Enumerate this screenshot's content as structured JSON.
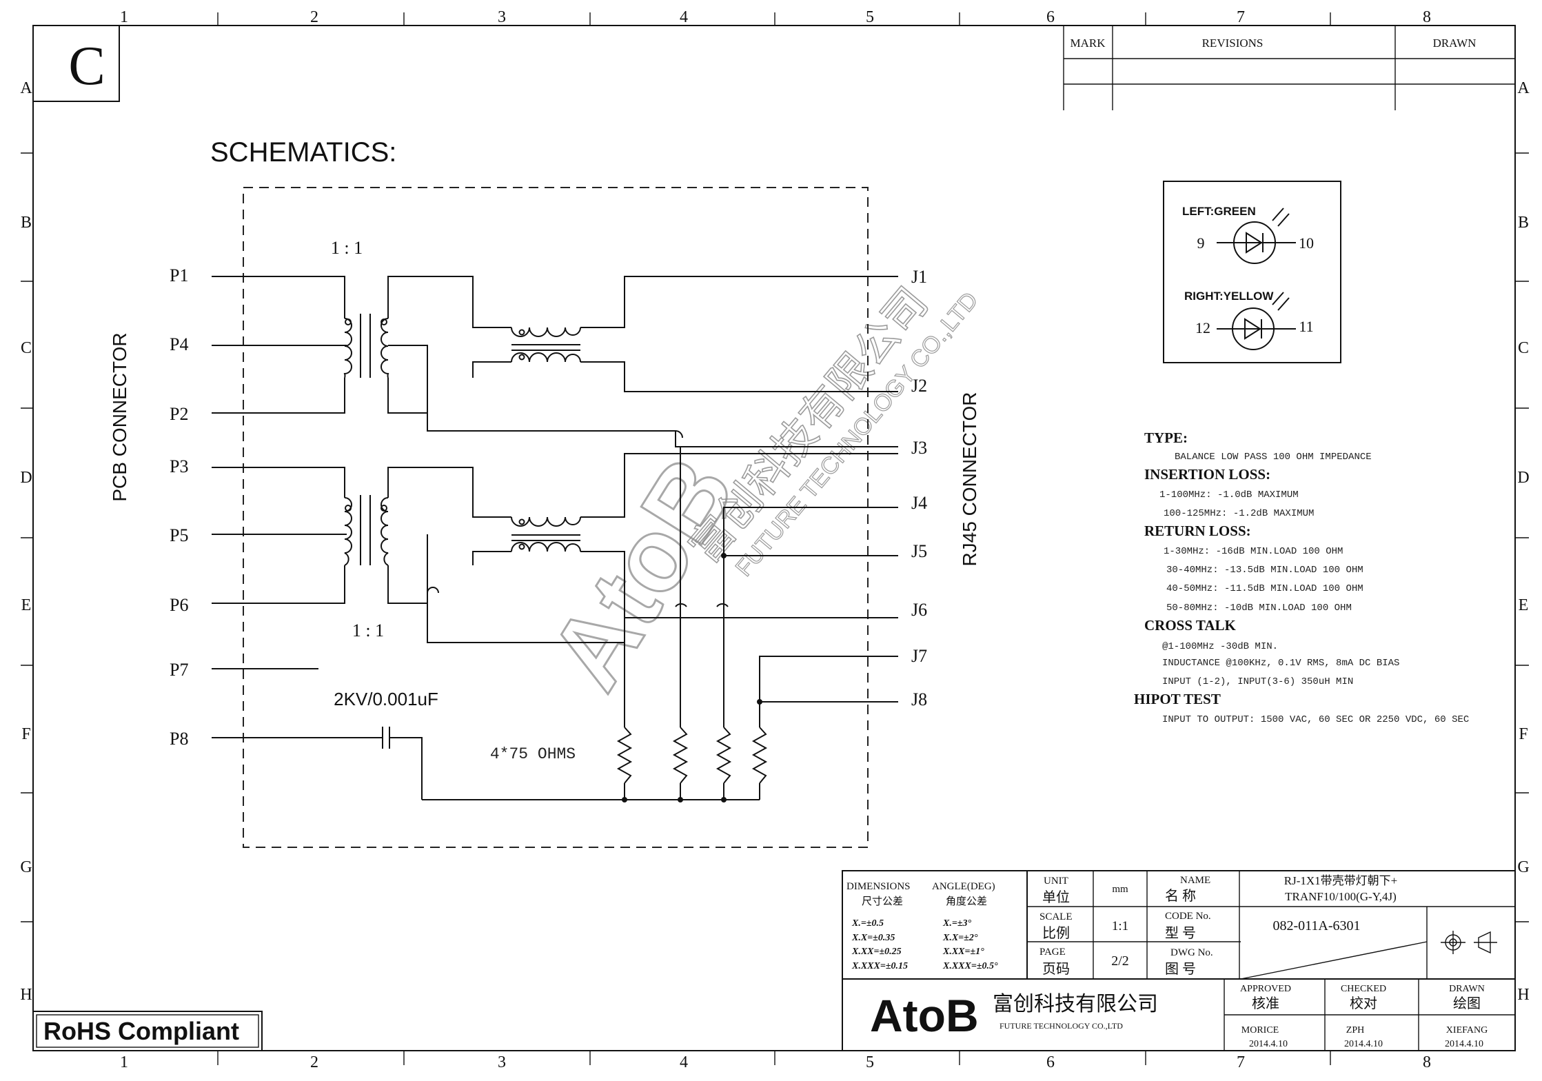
{
  "sheet": {
    "sheet_letter": "C",
    "col_numbers": [
      "1",
      "2",
      "3",
      "4",
      "5",
      "6",
      "7",
      "8"
    ],
    "row_letters": [
      "A",
      "B",
      "C",
      "D",
      "E",
      "F",
      "G",
      "H"
    ]
  },
  "revisions": {
    "mark": "MARK",
    "revisions": "REVISIONS",
    "drawn": "DRAWN"
  },
  "schematic": {
    "heading": "SCHEMATICS:",
    "pcb_label": "PCB CONNECTOR",
    "rj45_label": "RJ45 CONNECTOR",
    "ratio_top": "1 : 1",
    "ratio_bottom": "1 : 1",
    "cap_label": "2KV/0.001uF",
    "res_label": "4*75 OHMS",
    "pins_left": [
      "P1",
      "P4",
      "P2",
      "P3",
      "P5",
      "P6",
      "P7",
      "P8"
    ],
    "pins_right": [
      "J1",
      "J2",
      "J3",
      "J4",
      "J5",
      "J6",
      "J7",
      "J8"
    ]
  },
  "led": {
    "left_label": "LEFT:GREEN",
    "left_pin_a": "9",
    "left_pin_b": "10",
    "right_label": "RIGHT:YELLOW",
    "right_pin_a": "12",
    "right_pin_b": "11"
  },
  "specs": [
    {
      "head": "TYPE:",
      "lines": [
        "BALANCE LOW PASS 100 OHM IMPEDANCE"
      ]
    },
    {
      "head": "INSERTION  LOSS:",
      "lines": [
        "1-100MHz:     -1.0dB MAXIMUM",
        "100-125MHz:  -1.2dB MAXIMUM"
      ]
    },
    {
      "head": "RETURN  LOSS:",
      "lines": [
        "1-30MHz:    -16dB MIN.LOAD 100 OHM",
        "30-40MHz:   -13.5dB MIN.LOAD 100 OHM",
        "40-50MHz:   -11.5dB MIN.LOAD 100 OHM",
        "50-80MHz:   -10dB MIN.LOAD 100 OHM"
      ]
    },
    {
      "head": "CROSS  TALK",
      "lines": [
        "@1-100MHz   -30dB MIN.",
        "INDUCTANCE @100KHz, 0.1V RMS, 8mA DC BIAS",
        "INPUT (1-2), INPUT(3-6) 350uH MIN"
      ]
    },
    {
      "head": "HIPOT  TEST",
      "lines": [
        "INPUT TO OUTPUT: 1500 VAC, 60 SEC OR 2250 VDC, 60 SEC"
      ]
    }
  ],
  "watermark": {
    "logo": "AtoB",
    "cn": "富创科技有限公司",
    "en": "FUTURE TECHNOLOGY CO.,LTD"
  },
  "title_block": {
    "dimensions": "DIMENSIONS",
    "dimensions_cn": "尺寸公差",
    "angle": "ANGLE(DEG)",
    "angle_cn": "角度公差",
    "tol_dim": [
      "X.=±0.5",
      "X.X=±0.35",
      "X.XX=±0.25",
      "X.XXX=±0.15"
    ],
    "tol_ang": [
      "X.=±3°",
      "X.X=±2°",
      "X.XX=±1°",
      "X.XXX=±0.5°"
    ],
    "unit": "UNIT",
    "unit_cn": "单位",
    "unit_val": "mm",
    "scale": "SCALE",
    "scale_cn": "比例",
    "scale_val": "1:1",
    "page": "PAGE",
    "page_cn": "页码",
    "page_val": "2/2",
    "name": "NAME",
    "name_cn": "名    称",
    "name_val_1": "RJ-1X1带壳带灯朝下+",
    "name_val_2": "TRANF10/100(G-Y,4J)",
    "code": "CODE No.",
    "code_cn": "型    号",
    "code_val": "082-011A-6301",
    "dwg": "DWG No.",
    "dwg_cn": "图    号",
    "logo": "AtoB",
    "company_cn": "富创科技有限公司",
    "company_en": "FUTURE TECHNOLOGY CO.,LTD",
    "approved": "APPROVED",
    "approved_cn": "核准",
    "approved_by": "MORICE",
    "approved_date": "2014.4.10",
    "checked": "CHECKED",
    "checked_cn": "校对",
    "checked_by": "ZPH",
    "checked_date": "2014.4.10",
    "drawn": "DRAWN",
    "drawn_cn": "绘图",
    "drawn_by": "XIEFANG",
    "drawn_date": "2014.4.10"
  },
  "rohs": "RoHS Compliant"
}
